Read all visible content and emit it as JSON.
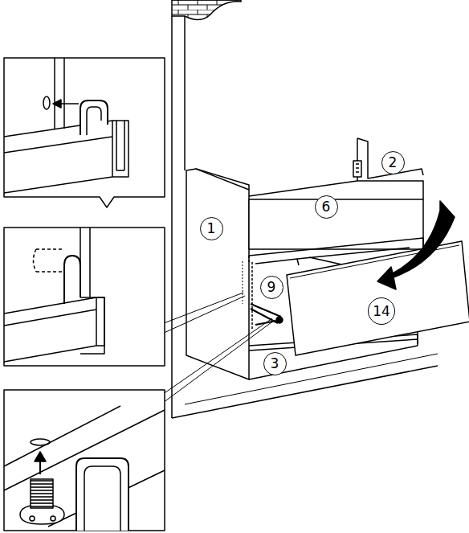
{
  "diagram": {
    "nodes": [
      {
        "text": [
          "2"
        ]
      },
      {
        "text": [
          "6"
        ]
      },
      {
        "text": [
          "1"
        ]
      },
      {
        "text": [
          "9"
        ]
      },
      {
        "text": [
          "14"
        ]
      },
      {
        "text": [
          "3"
        ]
      }
    ]
  }
}
